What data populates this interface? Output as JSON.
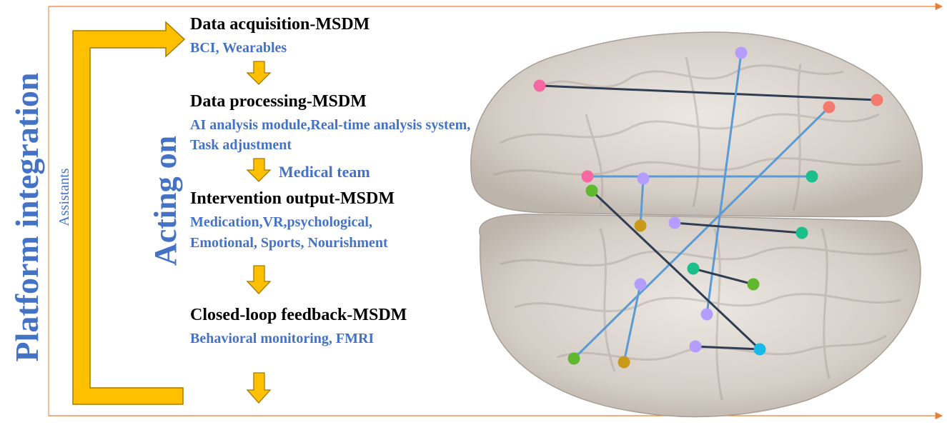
{
  "left_title": "Platform integration",
  "assistants_label": "Assistants",
  "acting_label": "Acting on",
  "medical_team_label": "Medical team",
  "steps": [
    {
      "title": "Data acquisition-MSDM",
      "lines": [
        "BCI, Wearables"
      ]
    },
    {
      "title": "Data processing-MSDM",
      "lines": [
        "AI analysis module,Real-time analysis system,",
        "Task adjustment"
      ]
    },
    {
      "title": "Intervention output-MSDM",
      "lines": [
        "Medication,VR,psychological,",
        "Emotional, Sports, Nourishment"
      ]
    },
    {
      "title": "Closed-loop feedback-MSDM",
      "lines": [
        "Behavioral monitoring, FMRI"
      ]
    }
  ],
  "colors": {
    "title_blue": "#4472C4",
    "arrow_fill": "#FFC000",
    "arrow_stroke": "#A37A00",
    "axis": "#ED7D31",
    "link_blue": "#5B9BD5",
    "link_dark": "#2F3E52"
  },
  "brain_nodes": [
    {
      "id": "n1",
      "color": "#B39DFF"
    },
    {
      "id": "n2",
      "color": "#F767A1"
    },
    {
      "id": "n3",
      "color": "#F47A6E"
    },
    {
      "id": "n4",
      "color": "#F47A6E"
    },
    {
      "id": "n5",
      "color": "#F767A1"
    },
    {
      "id": "n6",
      "color": "#B39DFF"
    },
    {
      "id": "n7",
      "color": "#1BBF8A"
    },
    {
      "id": "n8",
      "color": "#5FB82E"
    },
    {
      "id": "n9",
      "color": "#C99A1A"
    },
    {
      "id": "n10",
      "color": "#B39DFF"
    },
    {
      "id": "n11",
      "color": "#1BBF8A"
    },
    {
      "id": "n12",
      "color": "#1BBF8A"
    },
    {
      "id": "n13",
      "color": "#5FB82E"
    },
    {
      "id": "n14",
      "color": "#B39DFF"
    },
    {
      "id": "n15",
      "color": "#B39DFF"
    },
    {
      "id": "n16",
      "color": "#B39DFF"
    },
    {
      "id": "n17",
      "color": "#1AB8E6"
    },
    {
      "id": "n18",
      "color": "#5FB82E"
    },
    {
      "id": "n19",
      "color": "#C99A1A"
    }
  ],
  "brain_links": [
    {
      "from": "n2",
      "to": "n3",
      "tone": "dark"
    },
    {
      "from": "n1",
      "to": "n15",
      "tone": "blue"
    },
    {
      "from": "n4",
      "to": "n18",
      "tone": "blue"
    },
    {
      "from": "n5",
      "to": "n7",
      "tone": "blue"
    },
    {
      "from": "n6",
      "to": "n9",
      "tone": "blue"
    },
    {
      "from": "n8",
      "to": "n17",
      "tone": "dark"
    },
    {
      "from": "n10",
      "to": "n11",
      "tone": "dark"
    },
    {
      "from": "n12",
      "to": "n13",
      "tone": "dark"
    },
    {
      "from": "n14",
      "to": "n19",
      "tone": "blue"
    },
    {
      "from": "n16",
      "to": "n17",
      "tone": "dark"
    }
  ]
}
